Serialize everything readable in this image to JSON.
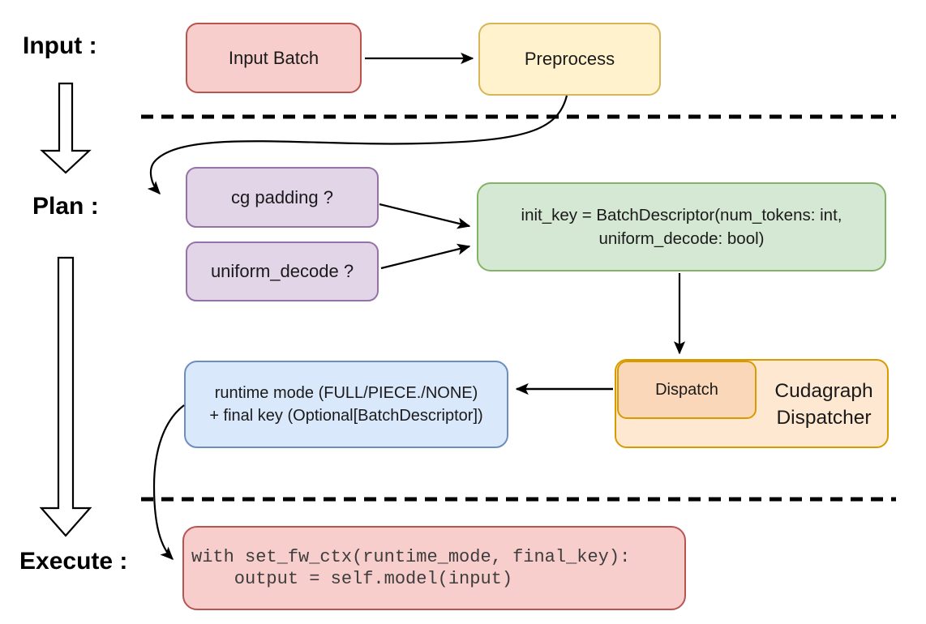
{
  "diagram": {
    "stage_labels": {
      "input": "Input :",
      "plan": "Plan :",
      "execute": "Execute :"
    },
    "nodes": {
      "input_batch": {
        "label": "Input Batch",
        "fill": "#f8cecc",
        "stroke": "#b85450"
      },
      "preprocess": {
        "label": "Preprocess",
        "fill": "#fff2cc",
        "stroke": "#d6b656"
      },
      "cg_padding": {
        "label": "cg padding ?",
        "fill": "#e1d5e7",
        "stroke": "#9673a6"
      },
      "uniform_decode": {
        "label": "uniform_decode ?",
        "fill": "#e1d5e7",
        "stroke": "#9673a6"
      },
      "init_key": {
        "line1": "init_key = BatchDescriptor(num_tokens: int,",
        "line2": "uniform_decode: bool)",
        "fill": "#d5e8d4",
        "stroke": "#82b366"
      },
      "runtime_mode": {
        "line1": "runtime mode (FULL/PIECE./NONE)",
        "line2": "+ final key (Optional[BatchDescriptor])",
        "fill": "#dae8fc",
        "stroke": "#6c8ebf"
      },
      "dispatch": {
        "label": "Dispatch",
        "fill": "#fad7b8",
        "stroke": "#d79b00"
      },
      "cudagraph_dispatcher": {
        "line1": "Cudagraph",
        "line2": "Dispatcher",
        "fill": "#ffe8d2",
        "stroke": "#d79b00"
      },
      "execute_code": {
        "line1": "with set_fw_ctx(runtime_mode, final_key):",
        "line2": "    output = self.model(input)",
        "fill": "#f8cecc",
        "stroke": "#b85450"
      }
    },
    "arrow_color": "#000000"
  }
}
